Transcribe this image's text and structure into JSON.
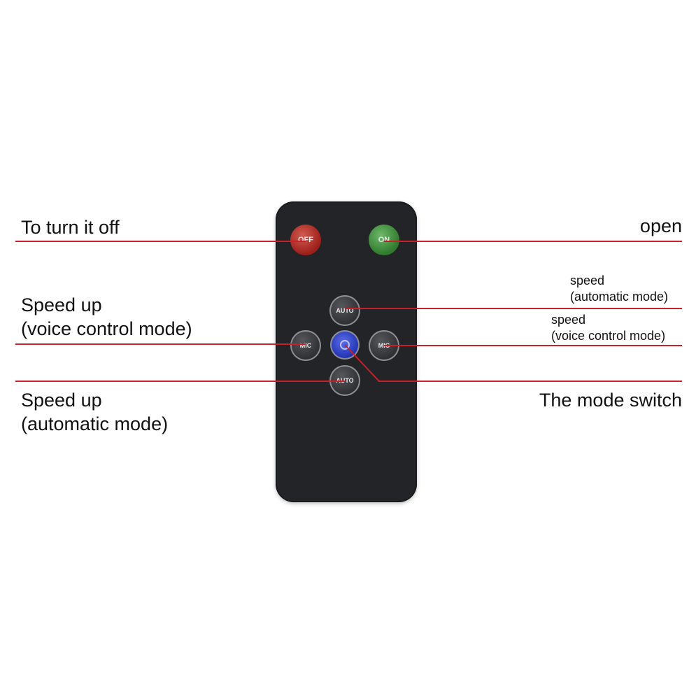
{
  "labels": {
    "off": "To turn it off",
    "open": "open",
    "speed_up_voice_line1": "Speed up",
    "speed_up_voice_line2": "(voice control mode)",
    "speed_auto_line1": "speed",
    "speed_auto_line2": "(automatic mode)",
    "speed_voice_line1": "speed",
    "speed_voice_line2": "(voice control mode)",
    "speed_up_auto_line1": "Speed up",
    "speed_up_auto_line2": "(automatic mode)",
    "mode_switch": "The mode switch"
  },
  "buttons": {
    "off": "OFF",
    "on": "ON",
    "auto_top": "AUTO",
    "mic_left": "MIC",
    "mic_right": "MIC",
    "auto_bottom": "AUTO"
  },
  "colors": {
    "line": "#c8202a",
    "remote_body": "#232427",
    "off_button": "#9c1f1a",
    "on_button": "#2f7a2c",
    "mode_button": "#1f2fb0"
  }
}
